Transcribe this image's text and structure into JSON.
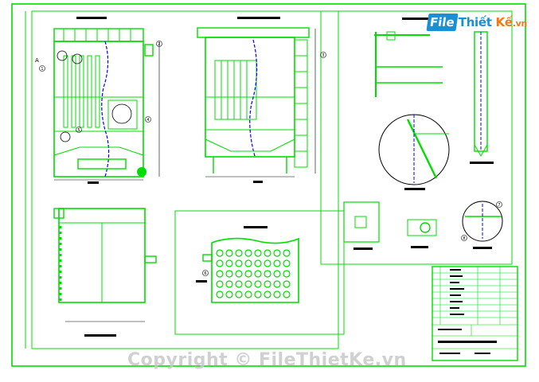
{
  "watermark": {
    "logo_file": "File",
    "logo_thiet": "Thiết",
    "logo_ke": "Kế",
    "logo_vn": ".vn",
    "copyright": "Copyright © FileThietKe.vn"
  },
  "colors": {
    "background": "#ffffff",
    "frame_green": "#00dd00",
    "line_black": "#000000",
    "center_blue": "#0000ff",
    "logo_blue": "#1a8fd6",
    "logo_orange": "#f07a18"
  },
  "callout_labels": [
    "1",
    "2",
    "3",
    "4",
    "5",
    "6",
    "7",
    "8",
    "A"
  ]
}
